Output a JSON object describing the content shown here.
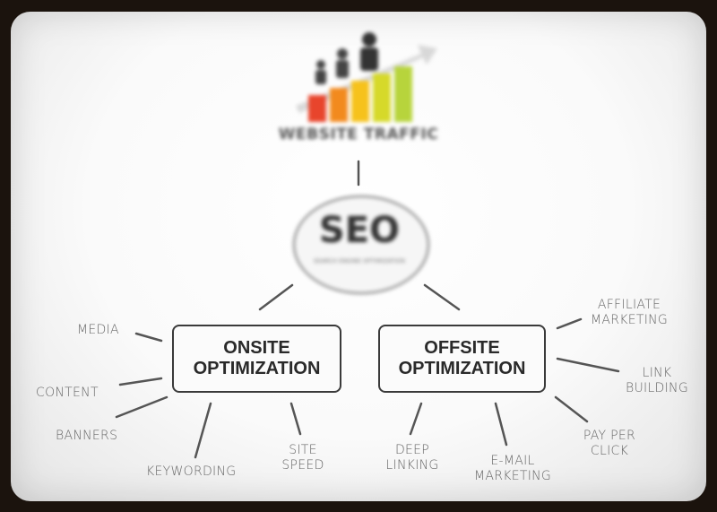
{
  "top": {
    "title": "WEBSITE TRAFFIC"
  },
  "center": {
    "title": "SEO",
    "subtitle": "SEARCH ENGINE OPTIMIZATION"
  },
  "onsite": {
    "line1": "ONSITE",
    "line2": "OPTIMIZATION",
    "media": "MEDIA",
    "content": "CONTENT",
    "banners": "BANNERS",
    "keywording": "KEYWORDING",
    "site_speed_1": "SITE",
    "site_speed_2": "SPEED"
  },
  "offsite": {
    "line1": "OFFSITE",
    "line2": "OPTIMIZATION",
    "affiliate_1": "AFFILIATE",
    "affiliate_2": "MARKETING",
    "link_1": "LINK",
    "link_2": "BUILDING",
    "ppc_1": "PAY PER",
    "ppc_2": "CLICK",
    "email_1": "E-MAIL",
    "email_2": "MARKETING",
    "deep_1": "DEEP",
    "deep_2": "LINKING"
  },
  "colors": {
    "bar1": "#e8452c",
    "bar2": "#f28a1e",
    "bar3": "#f6c21c",
    "bar4": "#d6d92a",
    "bar5": "#b7d43c",
    "arrow": "#d8d8d8",
    "figure": "#333333"
  }
}
